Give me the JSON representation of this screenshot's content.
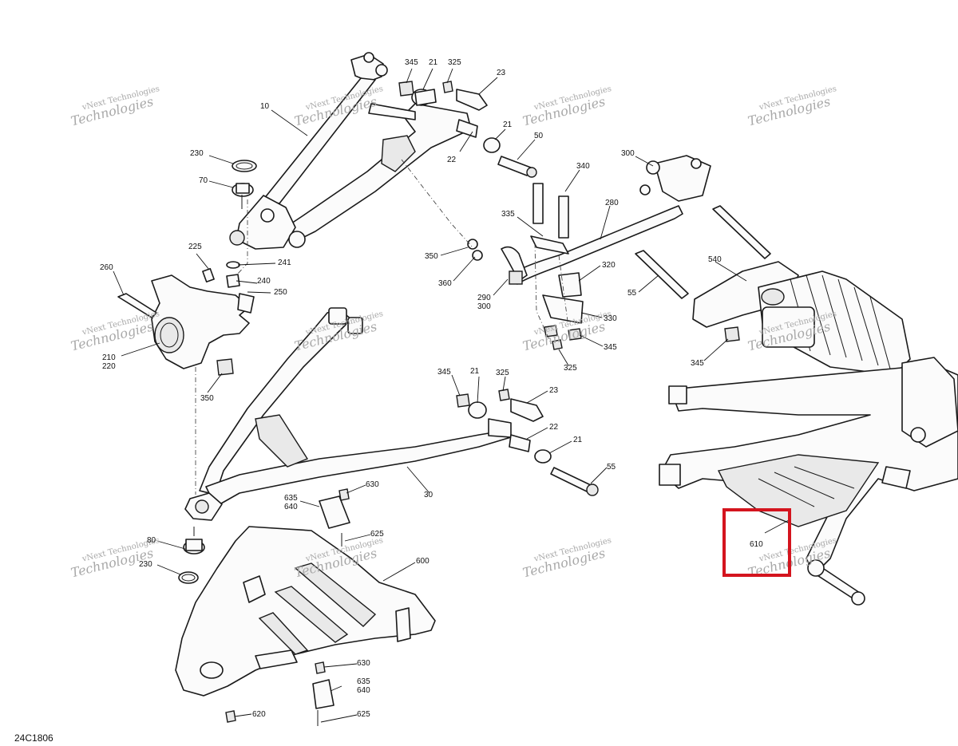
{
  "figure_id": "24C1806",
  "watermark": {
    "line1": "vNext Technologies",
    "line2": "Technologies"
  },
  "highlight": {
    "label": "610",
    "color": "#d4141e"
  },
  "callouts": [
    {
      "id": "c10",
      "text": "10"
    },
    {
      "id": "c230a",
      "text": "230"
    },
    {
      "id": "c70",
      "text": "70"
    },
    {
      "id": "c345a",
      "text": "345"
    },
    {
      "id": "c21a",
      "text": "21"
    },
    {
      "id": "c325a",
      "text": "325"
    },
    {
      "id": "c23a",
      "text": "23"
    },
    {
      "id": "c21b",
      "text": "21"
    },
    {
      "id": "c50",
      "text": "50"
    },
    {
      "id": "c22a",
      "text": "22"
    },
    {
      "id": "c300a",
      "text": "300"
    },
    {
      "id": "c340",
      "text": "340"
    },
    {
      "id": "c280",
      "text": "280"
    },
    {
      "id": "c335",
      "text": "335"
    },
    {
      "id": "c225",
      "text": "225"
    },
    {
      "id": "c241",
      "text": "241"
    },
    {
      "id": "c260",
      "text": "260"
    },
    {
      "id": "c240",
      "text": "240"
    },
    {
      "id": "c250",
      "text": "250"
    },
    {
      "id": "c350a",
      "text": "350"
    },
    {
      "id": "c360",
      "text": "360"
    },
    {
      "id": "c290",
      "text": "290\n300"
    },
    {
      "id": "c320",
      "text": "320"
    },
    {
      "id": "c540",
      "text": "540"
    },
    {
      "id": "c55a",
      "text": "55"
    },
    {
      "id": "c330",
      "text": "330"
    },
    {
      "id": "c345b",
      "text": "345"
    },
    {
      "id": "c325b",
      "text": "325"
    },
    {
      "id": "c345c",
      "text": "345"
    },
    {
      "id": "c210",
      "text": "210\n220"
    },
    {
      "id": "c350b",
      "text": "350"
    },
    {
      "id": "c345d",
      "text": "345"
    },
    {
      "id": "c21c",
      "text": "21"
    },
    {
      "id": "c325c",
      "text": "325"
    },
    {
      "id": "c23b",
      "text": "23"
    },
    {
      "id": "c22b",
      "text": "22"
    },
    {
      "id": "c21d",
      "text": "21"
    },
    {
      "id": "c55b",
      "text": "55"
    },
    {
      "id": "c30",
      "text": "30"
    },
    {
      "id": "c630a",
      "text": "630"
    },
    {
      "id": "c635a",
      "text": "635\n640"
    },
    {
      "id": "c625a",
      "text": "625"
    },
    {
      "id": "c600",
      "text": "600"
    },
    {
      "id": "c80",
      "text": "80"
    },
    {
      "id": "c230b",
      "text": "230"
    },
    {
      "id": "c630b",
      "text": "630"
    },
    {
      "id": "c635b",
      "text": "635\n640"
    },
    {
      "id": "c620",
      "text": "620"
    },
    {
      "id": "c625b",
      "text": "625"
    }
  ]
}
